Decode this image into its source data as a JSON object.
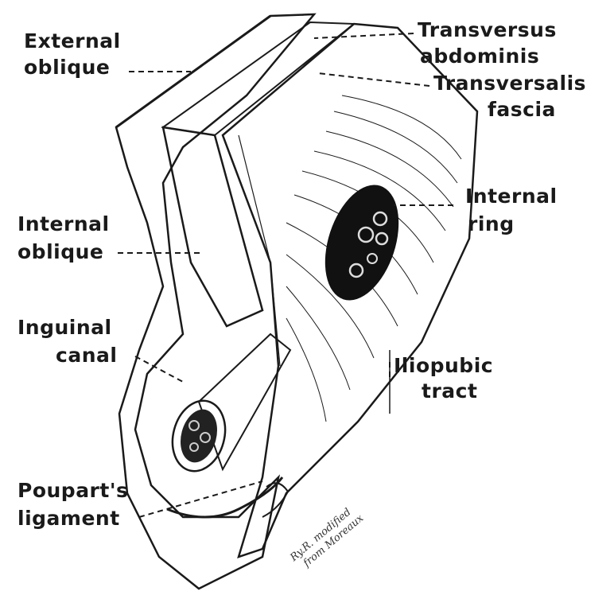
{
  "labels": {
    "external_oblique": [
      "External",
      "oblique"
    ],
    "transversus_abdominis": [
      "Transversus",
      "abdominis"
    ],
    "transversalis_fascia": [
      "Transversalis",
      "fascia"
    ],
    "internal_ring": [
      "Internal",
      "ring"
    ],
    "internal_oblique": [
      "Internal",
      "oblique"
    ],
    "inguinal_canal": [
      "Inguinal",
      "canal"
    ],
    "iliopubic_tract": [
      "Iliopubic",
      "tract"
    ],
    "pouparts_ligament": [
      "Poupart's",
      "ligament"
    ]
  },
  "credit": [
    "Ry.R. modified",
    "from Moreaux"
  ],
  "colors": {
    "ink": "#1a1a1a",
    "paper": "#ffffff",
    "hatch": "#2b2b2b"
  }
}
